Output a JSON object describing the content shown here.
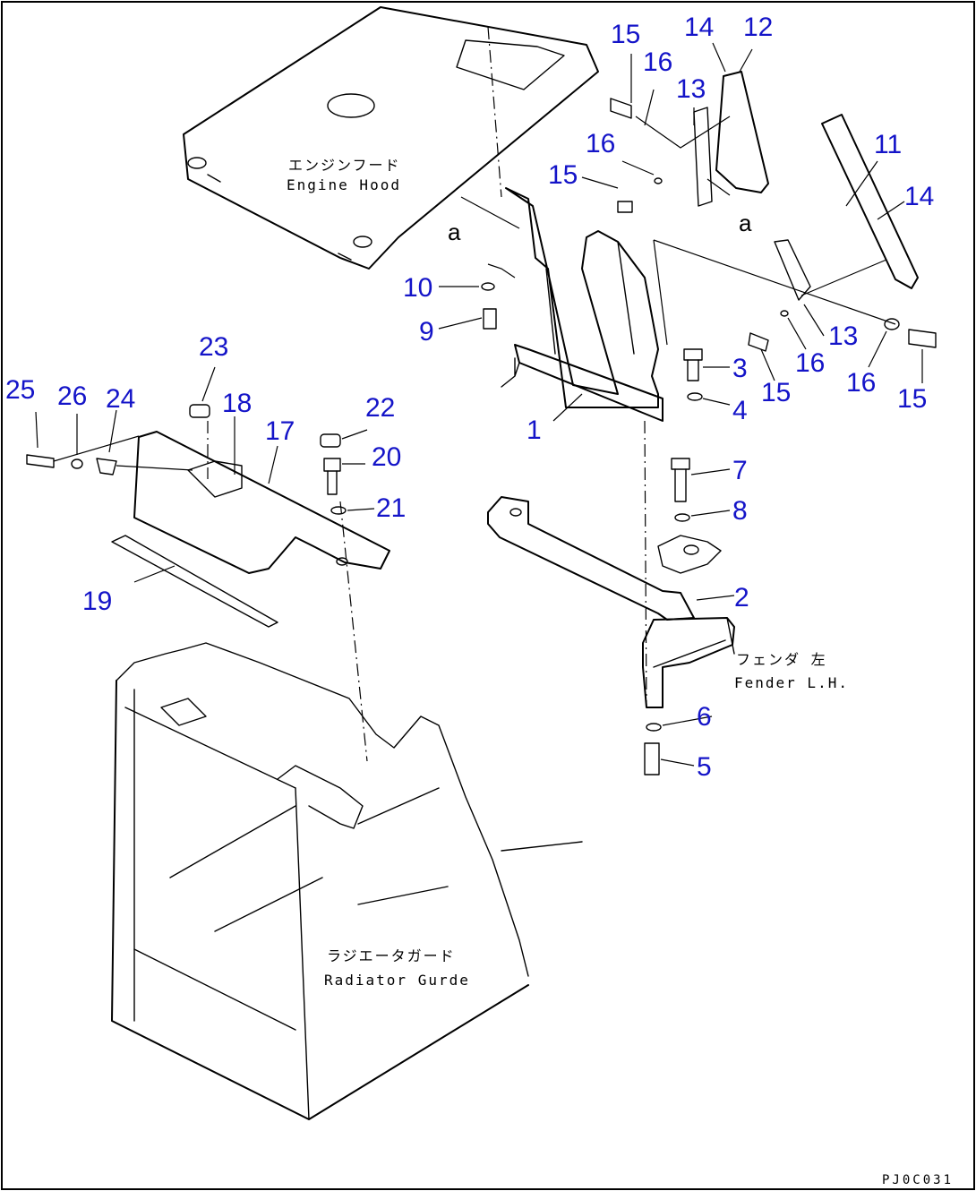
{
  "labels": {
    "engine_hood_jp": "エンジンフード",
    "engine_hood_en": "Engine Hood",
    "fender_jp": "フェンダ 左",
    "fender_en": "Fender L.H.",
    "radiator_jp": "ラジエータガード",
    "radiator_en": "Radiator Gurde",
    "view_mark": "a",
    "drawing_code": "PJ0C031"
  },
  "callouts": [
    "1",
    "2",
    "3",
    "4",
    "5",
    "6",
    "7",
    "8",
    "9",
    "10",
    "11",
    "12",
    "13",
    "14",
    "15",
    "16",
    "17",
    "18",
    "19",
    "20",
    "21",
    "22",
    "23",
    "24",
    "25",
    "26"
  ]
}
